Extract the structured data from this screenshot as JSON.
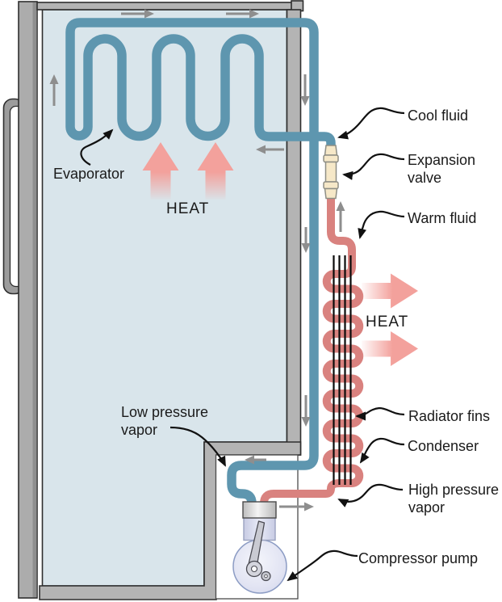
{
  "figure": {
    "type": "refrigerator-cooling-cycle-diagram",
    "labels": {
      "evaporator": "Evaporator",
      "heat_interior": "HEAT",
      "heat_exterior": "HEAT",
      "cool_fluid": "Cool fluid",
      "expansion_valve_line1": "Expansion",
      "expansion_valve_line2": "valve",
      "warm_fluid": "Warm fluid",
      "radiator_fins": "Radiator fins",
      "condenser": "Condenser",
      "high_pressure_line1": "High pressure",
      "high_pressure_line2": "vapor",
      "low_pressure_line1": "Low pressure",
      "low_pressure_line2": "vapor",
      "compressor_pump": "Compressor pump"
    },
    "colors": {
      "cold_pipe": "#5E96AF",
      "hot_pipe": "#D9827F",
      "interior": "#D9E5EB",
      "frame": "#B4B4B4",
      "heat_arrow": "#F3A19C",
      "flow_arrow": "#8E8E8E",
      "valve_body": "#F6E8C8",
      "compressor_body": "#DCDEF0",
      "outline": "#2E2E2E"
    }
  }
}
